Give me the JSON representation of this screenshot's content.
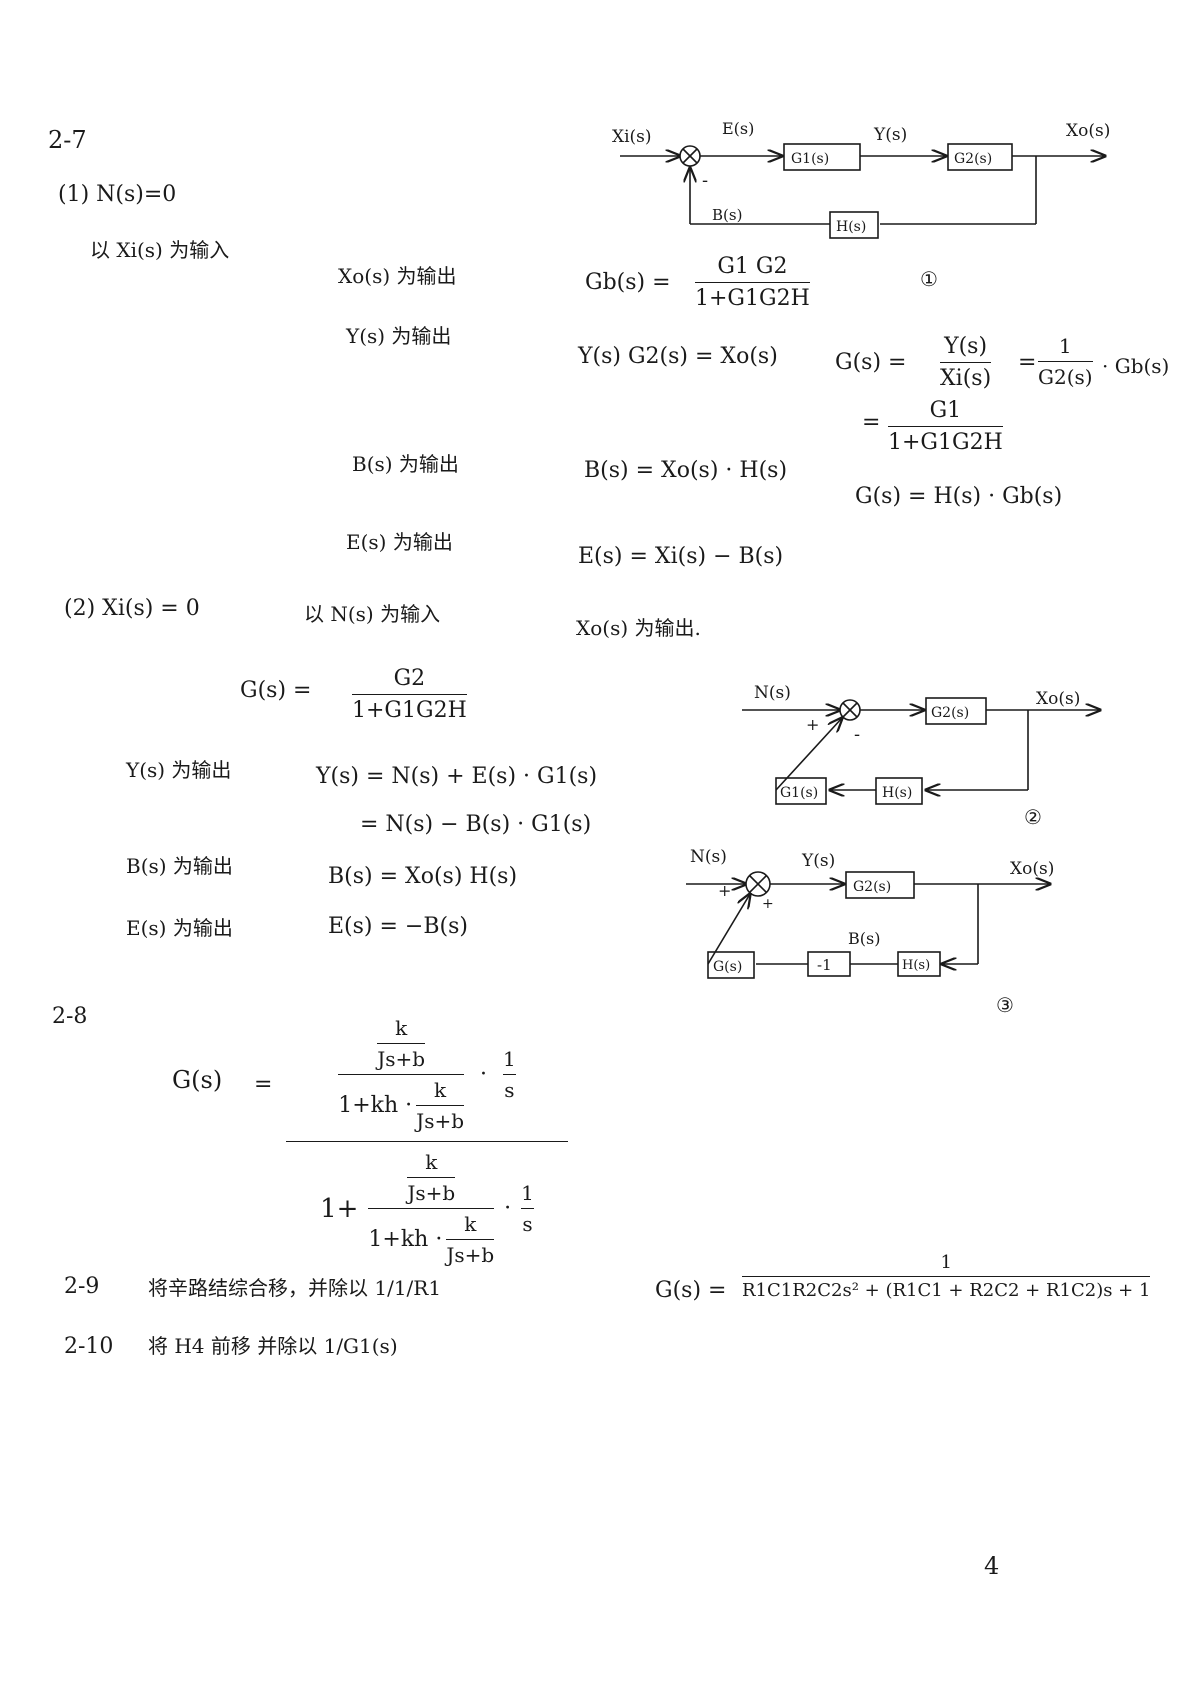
{
  "p27": {
    "number": "2-7",
    "case1_cond": "(1) N(s)=0",
    "case1_input": "以 Xi(s) 为输入",
    "out_xo": "Xo(s) 为输出",
    "gb_lhs": "Gb(s) =",
    "gb_num": "G1 G2",
    "gb_den": "1+G1G2H",
    "out_y": "Y(s) 为输出",
    "eq_y": "Y(s) G2(s) = Xo(s)",
    "gy_lhs": "G(s) =",
    "gy_num": "Y(s)",
    "gy_den": "Xi(s)",
    "gy_eq": "=",
    "gy_one": "1",
    "gy_g2": "G2(s)",
    "gy_gb": "· Gb(s)",
    "gy2_eq": "=",
    "gy2_num": "G1",
    "gy2_den": "1+G1G2H",
    "out_b": "B(s) 为输出",
    "eq_b": "B(s) = Xo(s) · H(s)",
    "eq_gb2": "G(s) = H(s) · Gb(s)",
    "out_e": "E(s) 为输出",
    "eq_e": "E(s) = Xi(s) − B(s)",
    "case2_cond": "(2) Xi(s) = 0",
    "case2_input": "以 N(s) 为输入",
    "case2_output": "Xo(s) 为输出.",
    "gn_lhs": "G(s) =",
    "gn_num": "G2",
    "gn_den": "1+G1G2H",
    "y2_lbl": "Y(s) 为输出",
    "y2_eq1": "Y(s) = N(s) + E(s) · G1(s)",
    "y2_eq2": "= N(s) − B(s) · G1(s)",
    "b2_lbl": "B(s) 为输出",
    "b2_eq": "B(s) = Xo(s) H(s)",
    "e2_lbl": "E(s) 为输出",
    "e2_eq": "E(s) = −B(s)"
  },
  "diag1": {
    "in": "Xi(s)",
    "e": "E(s)",
    "g1": "G1(s)",
    "y": "Y(s)",
    "g2": "G2(s)",
    "out": "Xo(s)",
    "b": "B(s)",
    "h": "H(s)",
    "minus": "-",
    "num": "①"
  },
  "diag2": {
    "in": "N(s)",
    "plus": "+",
    "minus": "-",
    "g2": "G2(s)",
    "out": "Xo(s)",
    "g1": "G1(s)",
    "h": "H(s)",
    "num": "②"
  },
  "diag3": {
    "in": "N(s)",
    "plus1": "+",
    "plus2": "+",
    "y": "Y(s)",
    "g2": "G2(s)",
    "out": "Xo(s)",
    "b": "B(s)",
    "g1": "G(s)",
    "neg": "-1",
    "h": "H(s)",
    "num": "③"
  },
  "p28": {
    "number": "2-8",
    "lhs": "G(s)",
    "eq": "=",
    "k": "k",
    "jsb": "Js+b",
    "one_plus_kh": "1+kh ·",
    "one_plus": "1+",
    "dot": "·",
    "one": "1",
    "s": "s"
  },
  "p29": {
    "number": "2-9",
    "text": "将辛路结综合移，并除以 1/1/R1",
    "lhs": "G(s) =",
    "num": "1",
    "den": "R1C1R2C2s² + (R1C1 + R2C2 + R1C2)s + 1"
  },
  "p210": {
    "number": "2-10",
    "text": "将 H4 前移 并除以 1/G1(s)"
  },
  "page_number": "4"
}
